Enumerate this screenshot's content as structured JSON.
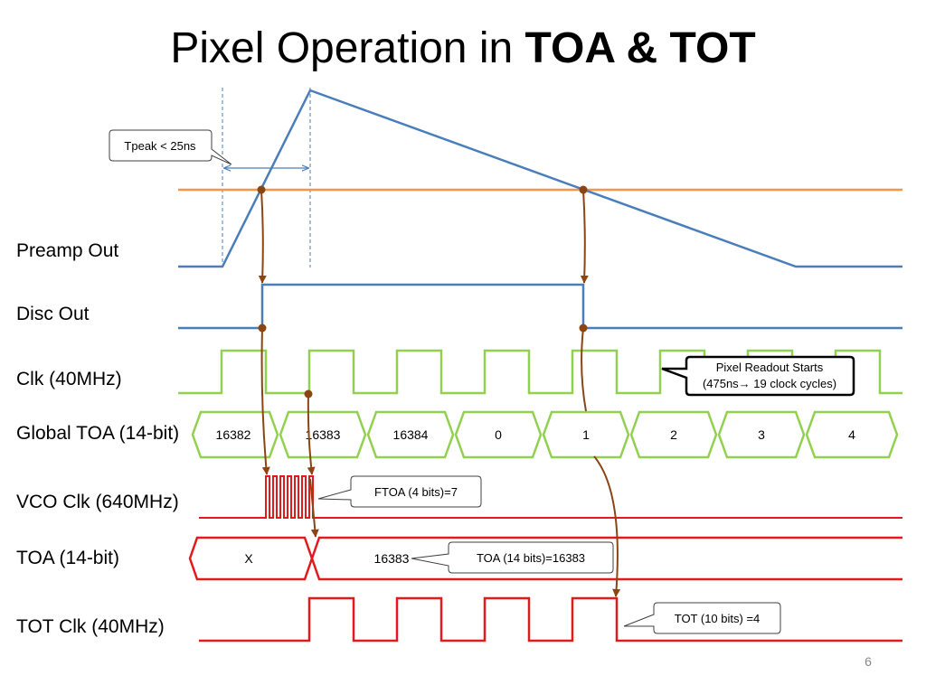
{
  "title": {
    "plain": "Pixel Operation in ",
    "bold": "TOA & TOT"
  },
  "signals": {
    "preamp_out": "Preamp Out",
    "disc_out": "Disc Out",
    "clk": "Clk (40MHz)",
    "global_toa": "Global TOA (14-bit)",
    "vco_clk": "VCO Clk (640MHz)",
    "toa": "TOA (14-bit)",
    "tot_clk": "TOT Clk (40MHz)"
  },
  "global_toa_values": [
    "16382",
    "16383",
    "16384",
    "0",
    "1",
    "2",
    "3",
    "4"
  ],
  "toa_values": [
    "X",
    "16383"
  ],
  "callouts": {
    "tpeak": "Tpeak < 25ns",
    "readout_line1": "Pixel Readout Starts",
    "readout_line2": "(475ns→ 19 clock cycles)",
    "ftoa": "FTOA (4 bits)=7",
    "toa_bits": "TOA (14 bits)=16383",
    "tot_bits": "TOT (10 bits) =4"
  },
  "page_number": "6",
  "colors": {
    "preamp": "#4a7ebb",
    "threshold": "#f79646",
    "disc": "#4a7ebb",
    "clk": "#92d050",
    "red": "#e31a1c",
    "arrow": "#8b4513",
    "callout_border": "#404040"
  }
}
